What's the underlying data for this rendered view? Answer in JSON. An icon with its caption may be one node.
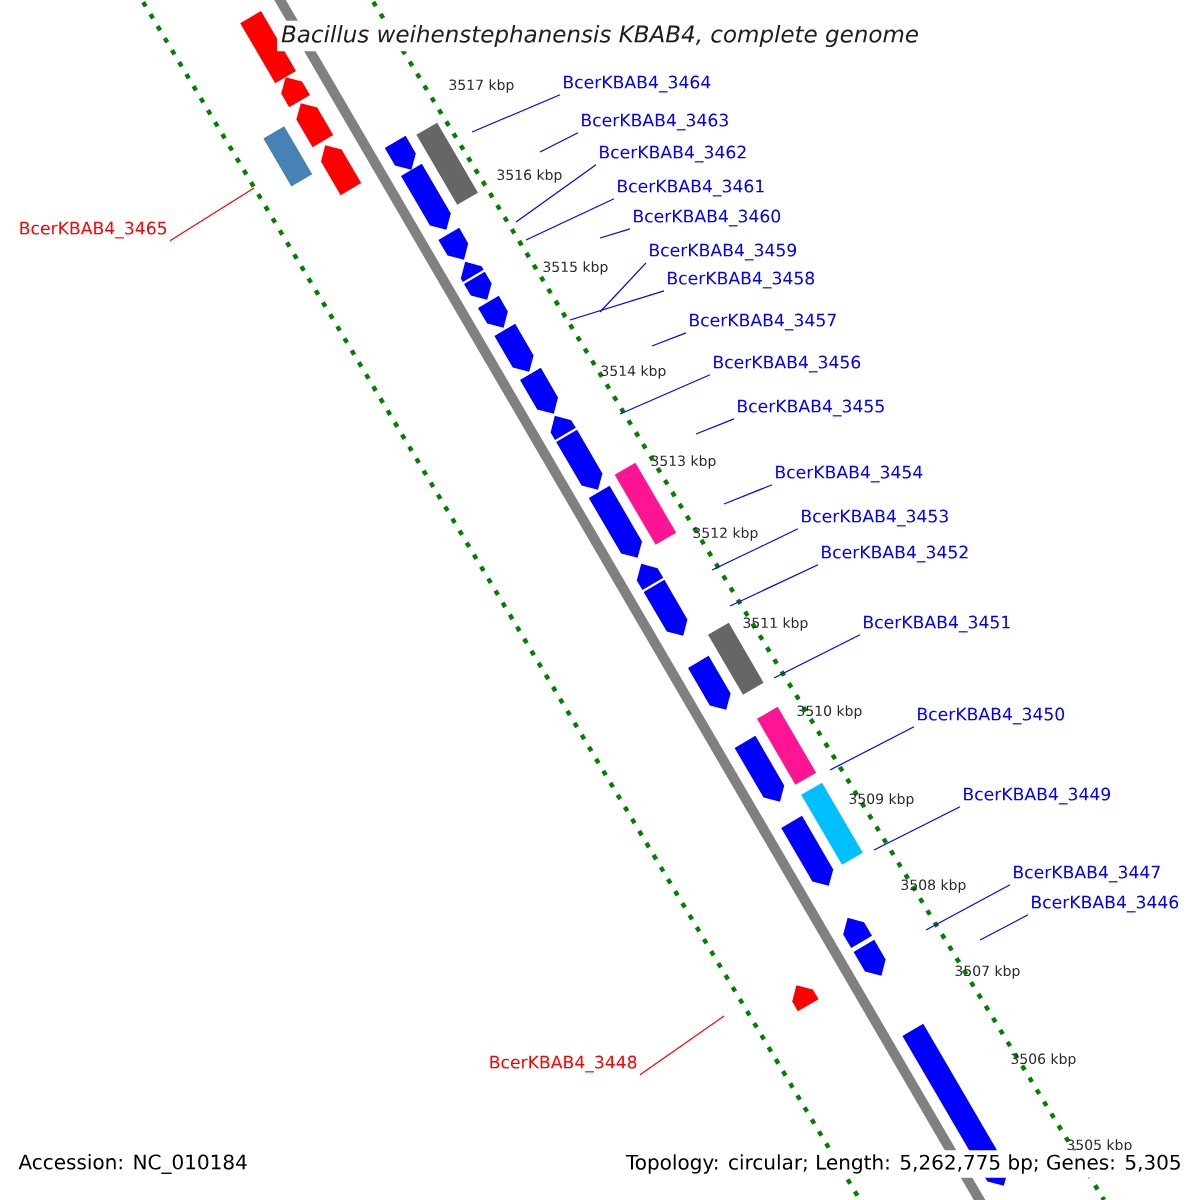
{
  "diagram": {
    "title": "Bacillus weihenstephanensis KBAB4, complete genome",
    "nodes": [
      {
        "text": [
          "BcerKBAB4_3464"
        ]
      },
      {
        "text": [
          "BcerKBAB4_3463"
        ]
      },
      {
        "text": [
          "BcerKBAB4_3462"
        ]
      },
      {
        "text": [
          "BcerKBAB4_3461"
        ]
      },
      {
        "text": [
          "BcerKBAB4_3460"
        ]
      },
      {
        "text": [
          "BcerKBAB4_3465"
        ]
      },
      {
        "text": [
          "BcerKBAB4_3459"
        ]
      },
      {
        "text": [
          "BcerKBAB4_3458"
        ]
      },
      {
        "text": [
          "BcerKBAB4_3457"
        ]
      },
      {
        "text": [
          "BcerKBAB4_3456"
        ]
      },
      {
        "text": [
          "BcerKBAB4_3455"
        ]
      },
      {
        "text": [
          "BcerKBAB4_3454"
        ]
      },
      {
        "text": [
          "BcerKBAB4_3453"
        ]
      },
      {
        "text": [
          "BcerKBAB4_3452"
        ]
      },
      {
        "text": [
          "BcerKBAB4_3451"
        ]
      },
      {
        "text": [
          "BcerKBAB4_3450"
        ]
      },
      {
        "text": [
          "BcerKBAB4_3449"
        ]
      },
      {
        "text": [
          "BcerKBAB4_3447"
        ]
      },
      {
        "text": [
          "BcerKBAB4_3446"
        ]
      },
      {
        "text": [
          "BcerKBAB4_3448"
        ]
      }
    ],
    "edges": [
      {
        "from": 0,
        "to": null,
        "arrow": "none"
      },
      {
        "from": 1,
        "to": null,
        "arrow": "none"
      },
      {
        "from": 2,
        "to": null,
        "arrow": "none"
      },
      {
        "from": 3,
        "to": null,
        "arrow": "none"
      },
      {
        "from": 4,
        "to": null,
        "arrow": "none"
      },
      {
        "from": 5,
        "to": null,
        "arrow": "none",
        "color": "#ff0000"
      },
      {
        "from": 6,
        "to": null,
        "arrow": "none"
      },
      {
        "from": 7,
        "to": null,
        "arrow": "none"
      },
      {
        "from": 8,
        "to": null,
        "arrow": "none"
      },
      {
        "from": 9,
        "to": null,
        "arrow": "none"
      },
      {
        "from": 10,
        "to": null,
        "arrow": "none"
      },
      {
        "from": 11,
        "to": null,
        "arrow": "none"
      },
      {
        "from": 12,
        "to": null,
        "arrow": "none"
      },
      {
        "from": 13,
        "to": null,
        "arrow": "none"
      },
      {
        "from": 14,
        "to": null,
        "arrow": "none"
      },
      {
        "from": 15,
        "to": null,
        "arrow": "none"
      },
      {
        "from": 16,
        "to": null,
        "arrow": "none"
      },
      {
        "from": 17,
        "to": null,
        "arrow": "none"
      },
      {
        "from": 18,
        "to": null,
        "arrow": "none"
      },
      {
        "from": 19,
        "to": null,
        "arrow": "none",
        "color": "#ff0000"
      }
    ],
    "labels": [
      "3517 kbp",
      "3516 kbp",
      "3515 kbp",
      "3514 kbp",
      "3513 kbp",
      "3512 kbp",
      "3511 kbp",
      "3510 kbp",
      "3509 kbp",
      "3508 kbp",
      "3507 kbp",
      "3506 kbp",
      "3505 kbp",
      "Accession: NC_010184",
      "Topology: circular; Length: 5,262,775 bp; Genes: 5,305"
    ]
  }
}
